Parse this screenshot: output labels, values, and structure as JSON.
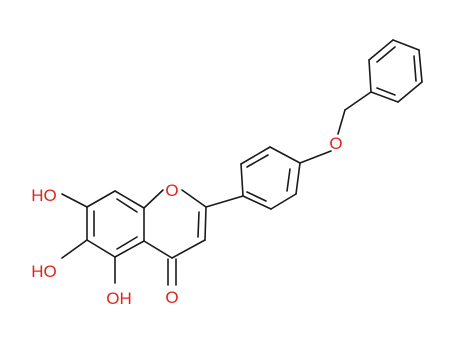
{
  "molecule": {
    "labels": {
      "ring_oxygen": "O",
      "ether_oxygen": "O",
      "carbonyl_oxygen": "O",
      "hydroxyl_7": "HO",
      "hydroxyl_6": "HO",
      "hydroxyl_5": "OH"
    },
    "colors": {
      "bond": "#1a1a1a",
      "heteroatom": "#e0261b"
    }
  }
}
